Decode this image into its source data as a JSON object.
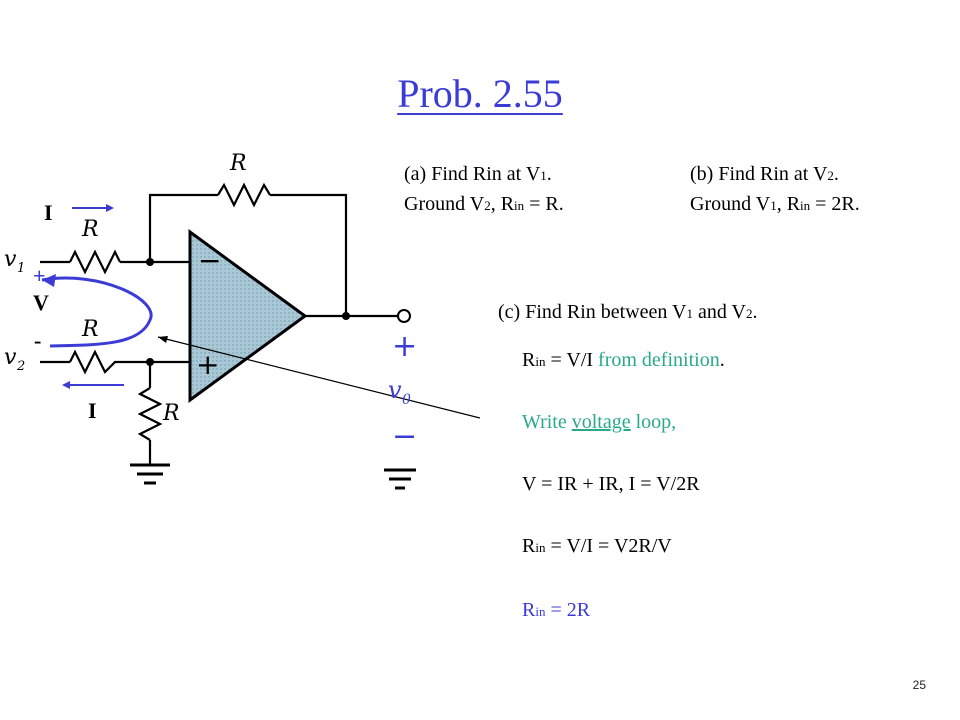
{
  "title": "Prob. 2.55",
  "part_a": {
    "line1_pre": "(a) Find Rin at V",
    "line1_sub": "1",
    "line1_post": ".",
    "line2_pre": "Ground V",
    "line2_sub": "2",
    "line2_mid": ", R",
    "line2_in": "in",
    "line2_post": " = R."
  },
  "part_b": {
    "line1_pre": "(b) Find Rin at V",
    "line1_sub": "2",
    "line1_post": ".",
    "line2_pre": "Ground V",
    "line2_sub": "1",
    "line2_mid": ", R",
    "line2_in": "in",
    "line2_post": " = 2R."
  },
  "part_c": {
    "pre": "(c) Find Rin between V",
    "sub1": "1",
    "mid": " and V",
    "sub2": "2",
    "post": "."
  },
  "steps": {
    "s1_r": "R",
    "s1_in": "in",
    "s1_text": " = V/I ",
    "s1_colored": "from definition",
    "s1_end": ".",
    "s2_pre": "Write ",
    "s2_ul": "voltage",
    "s2_post": " loop,",
    "s3": "V = IR + IR, I = V/2R",
    "s4_r": "R",
    "s4_in": "in",
    "s4_text": " = V/I = V2R/V",
    "s5_r": "R",
    "s5_in": "in",
    "s5_text": " = 2R"
  },
  "circuit_labels": {
    "R_feedback": "R",
    "R_top": "R",
    "R_mid": "R",
    "R_ground": "R",
    "v1": "v",
    "v1_sub": "1",
    "v2": "v",
    "v2_sub": "2",
    "v0": "v",
    "v0_sub": "0",
    "plus_out": "+",
    "minus_out": "−",
    "opamp_minus": "−",
    "opamp_plus": "+"
  },
  "annotations": {
    "I_top": "I",
    "I_bottom": "I",
    "V": "V",
    "plus": "+",
    "minus": "-"
  },
  "colors": {
    "title": "#3b3bd6",
    "accent": "#3b3bd6",
    "teal": "#2aa98a",
    "opamp_fill": "#a9c8d6"
  },
  "page_number": "25"
}
